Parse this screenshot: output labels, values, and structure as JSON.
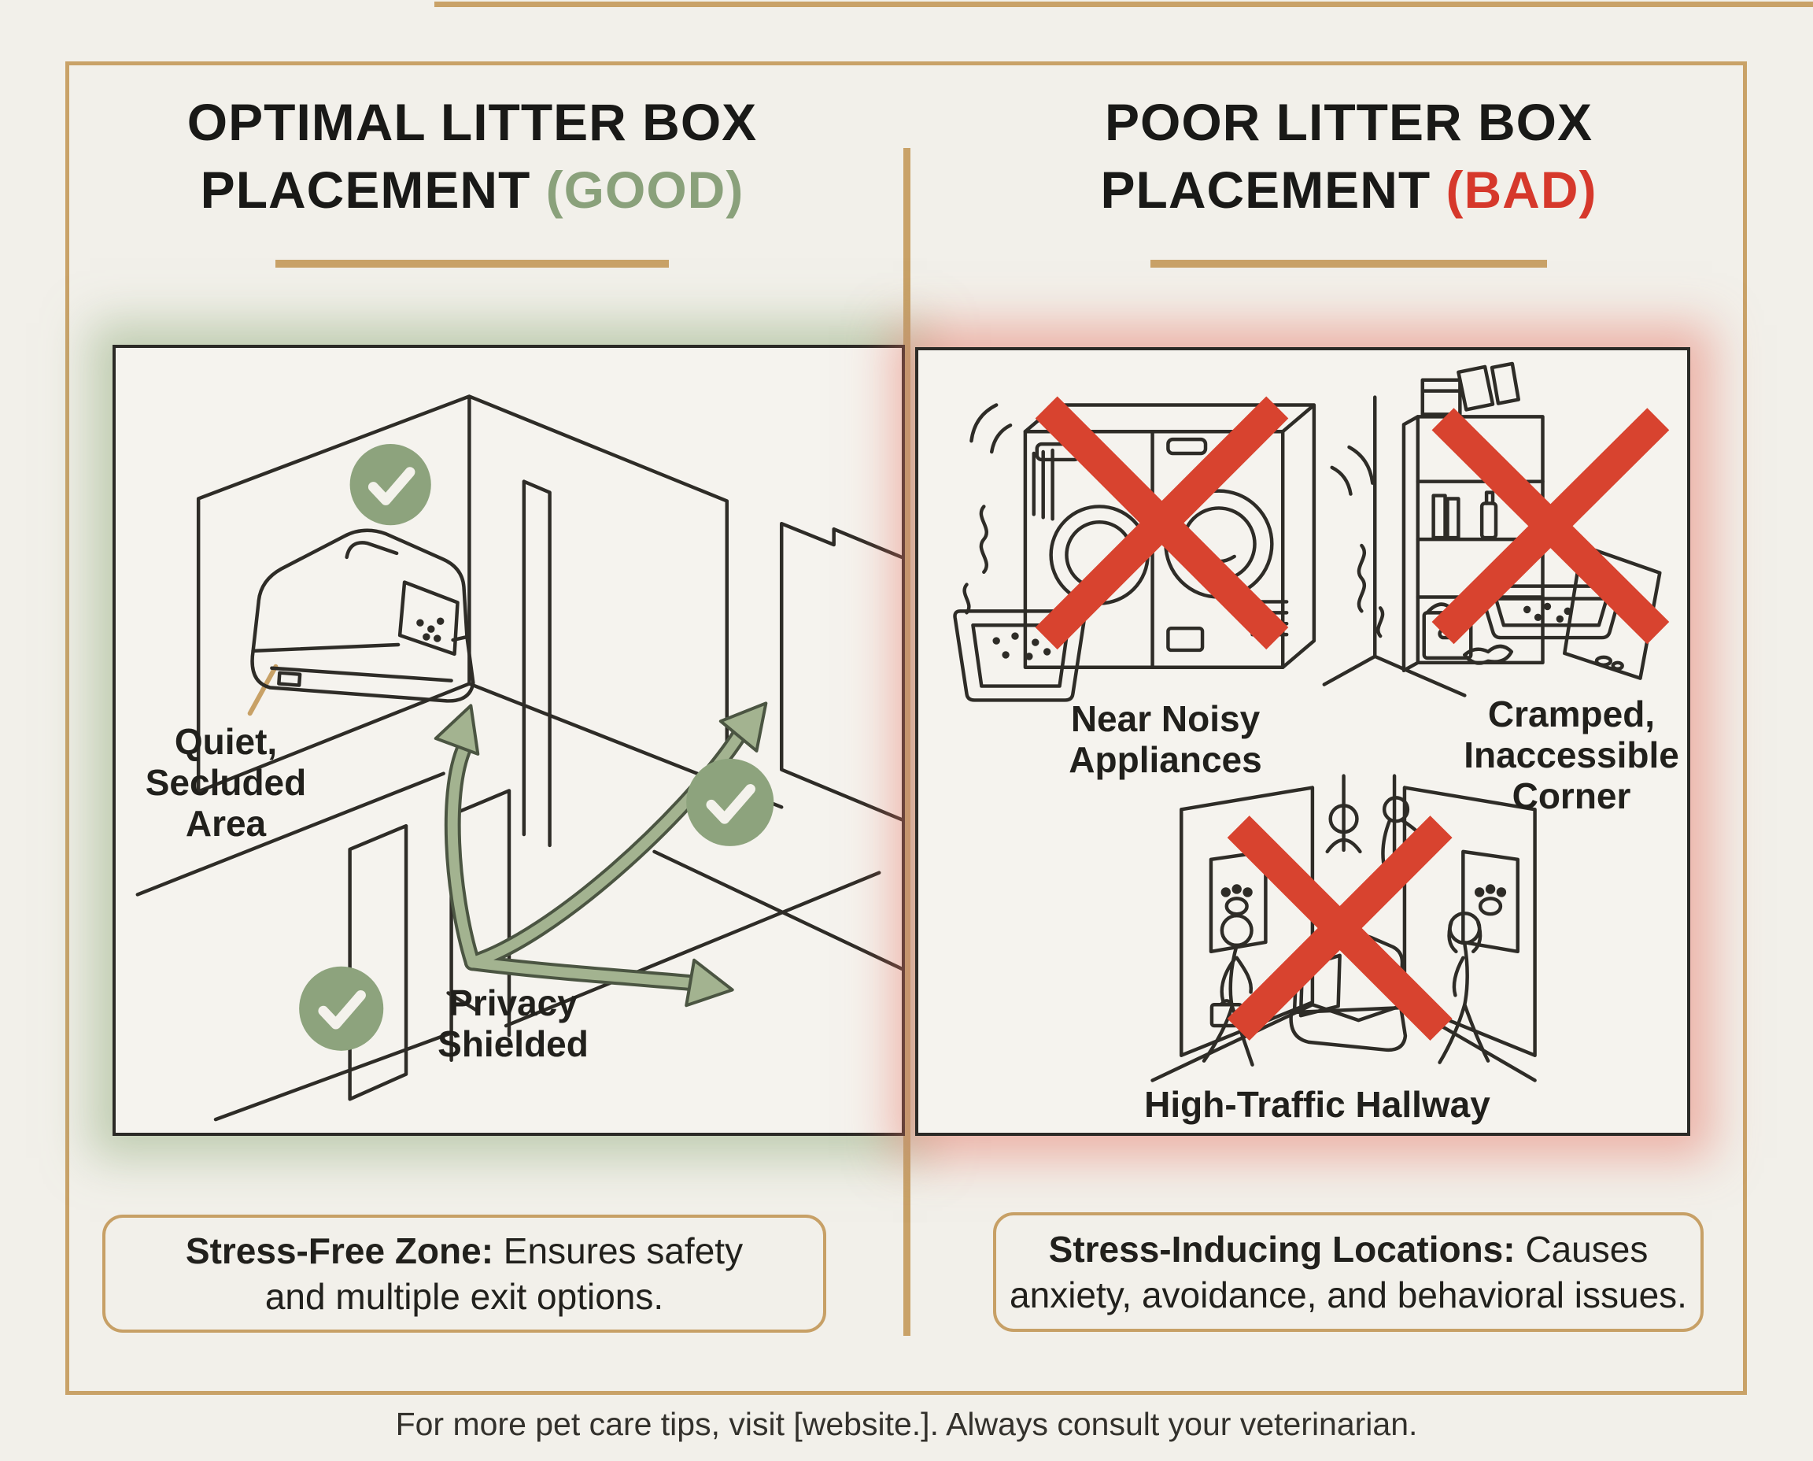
{
  "colors": {
    "background": "#f2f0ea",
    "accent_tan": "#c9a268",
    "good_green": "#8aa17b",
    "bad_red": "#d6382b",
    "x_red": "#d8432f",
    "check_green": "#8da37d",
    "arrow_green": "#a3b390",
    "line_ink": "#2e2c27",
    "green_glow": "rgba(151,176,132,0.55)",
    "red_glow": "rgba(232,118,102,0.5)"
  },
  "header": {
    "left_title_line1": "OPTIMAL LITTER BOX",
    "left_title_line2": "PLACEMENT ",
    "left_title_badge": "(GOOD)",
    "right_title_line1": "POOR LITTER BOX",
    "right_title_line2": "PLACEMENT ",
    "right_title_badge": "(BAD)"
  },
  "left_panel": {
    "quiet_label_line1": "Quiet,",
    "quiet_label_line2": "Secluded",
    "quiet_label_line3": "Area",
    "privacy_label_line1": "Privacy",
    "privacy_label_line2": "Shielded",
    "icons": [
      "check-circle-icon",
      "check-circle-icon",
      "check-circle-icon",
      "exit-arrows-icon",
      "covered-litter-box-icon"
    ]
  },
  "right_panel": {
    "appliances_label_line1": "Near Noisy",
    "appliances_label_line2": "Appliances",
    "corner_label_line1": "Cramped,",
    "corner_label_line2": "Inaccessible",
    "corner_label_line3": "Corner",
    "hallway_label": "High-Traffic Hallway",
    "icons": [
      "red-x-icon",
      "red-x-icon",
      "red-x-icon",
      "washer-dryer-icon",
      "shelf-corner-icon",
      "hallway-people-icon",
      "litter-tray-icon"
    ]
  },
  "notes": {
    "left_bold": "Stress-Free Zone:",
    "left_rest": " Ensures safety",
    "left_line2": "and multiple exit options.",
    "right_bold": "Stress-Inducing Locations:",
    "right_rest": " Causes",
    "right_line2": "anxiety, avoidance, and behavioral issues."
  },
  "footer": {
    "text": "For more pet care tips, visit [website.]. Always consult your veterinarian."
  }
}
